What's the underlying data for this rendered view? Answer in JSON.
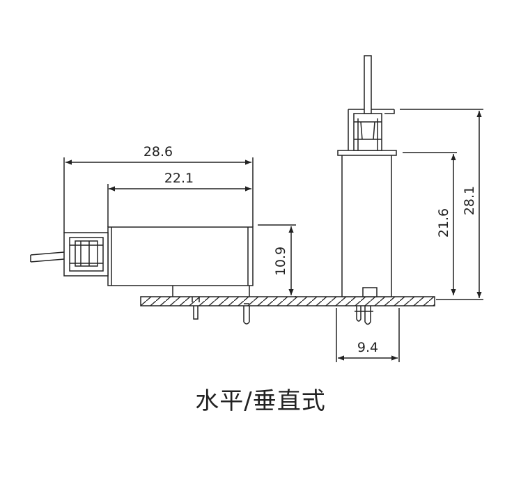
{
  "dimensions": {
    "h_overall_length": "28.6",
    "h_body_length": "22.1",
    "h_height": "10.9",
    "v_overall_height": "28.1",
    "v_body_height": "21.6",
    "v_width": "9.4"
  },
  "caption": "水平/垂直式"
}
